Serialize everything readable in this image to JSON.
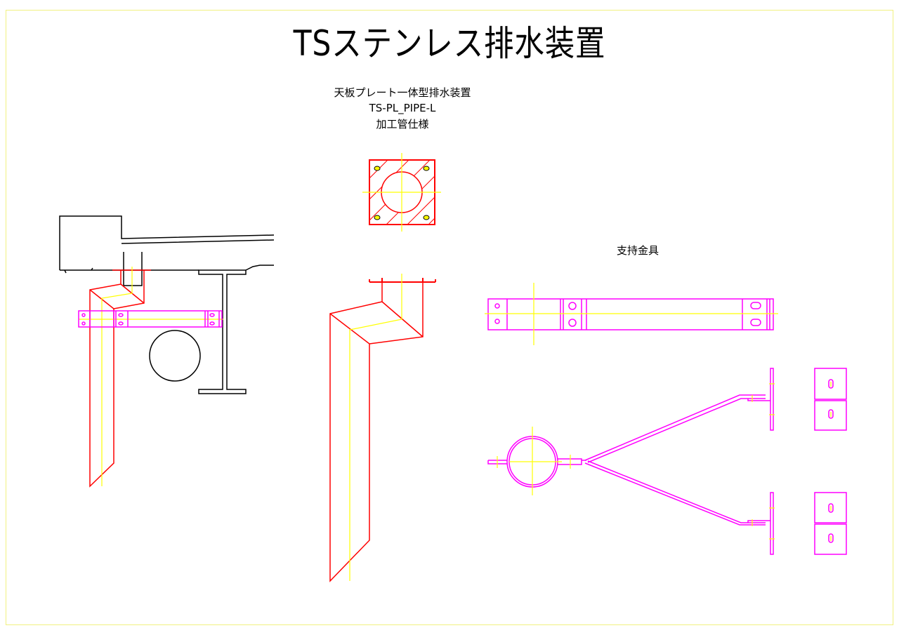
{
  "title": "TSステンレス排水装置",
  "product": {
    "name": "天板プレート一体型排水装置",
    "model": "TS-PL_PIPE-L",
    "spec": "加工管仕様"
  },
  "support_label": "支持金具",
  "colors": {
    "structure": "#000000",
    "drain": "#ff0000",
    "support": "#ff00ff",
    "centerline": "#ffff00",
    "frame": "#f0f080"
  }
}
